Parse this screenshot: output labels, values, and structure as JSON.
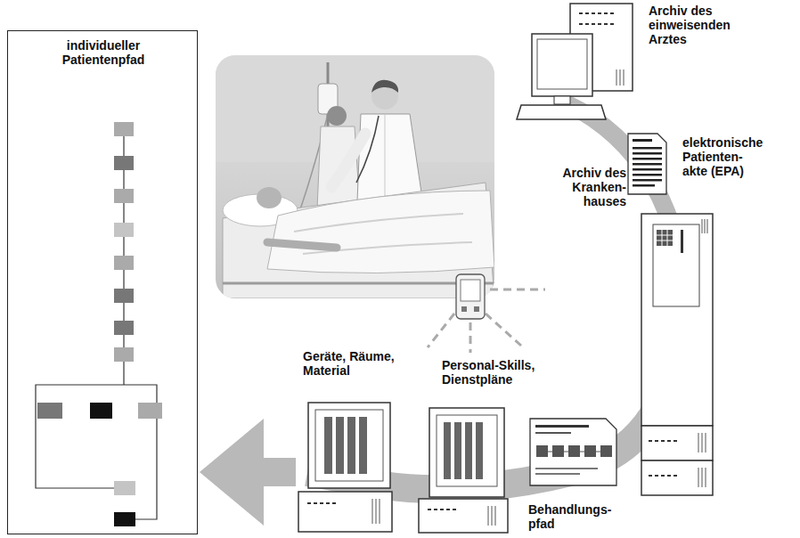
{
  "diagram": {
    "nodes": [
      {
        "text": [
          "individueller Patientenpfad"
        ]
      },
      {
        "text": [
          "Archiv des einweisenden Arztes"
        ]
      },
      {
        "text": [
          "elektronische Patienten- akte (EPA)"
        ]
      },
      {
        "text": [
          "Archiv des Kranken- hauses"
        ]
      },
      {
        "text": [
          "Behandlungs- pfad"
        ]
      },
      {
        "text": [
          "Personal-Skills, Dienstpläne"
        ]
      },
      {
        "text": [
          "Geräte, Räume, Material"
        ]
      }
    ],
    "edges": [
      {
        "from": 6,
        "to": 0,
        "arrow": "to"
      }
    ]
  }
}
